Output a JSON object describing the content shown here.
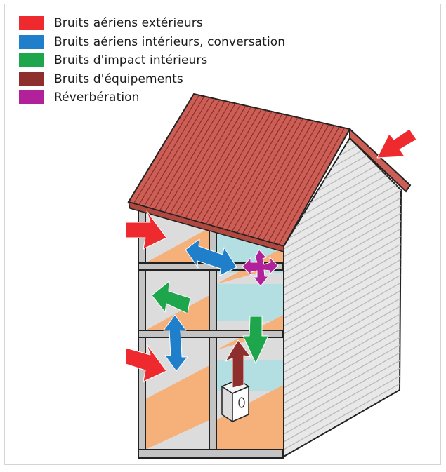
{
  "legend": [
    {
      "label": "Bruits aériens extérieurs",
      "color": "#ee2a2e"
    },
    {
      "label": "Bruits aériens intérieurs, conversation",
      "color": "#1f7fcb"
    },
    {
      "label": "Bruits d'impact intérieurs",
      "color": "#1ea64c"
    },
    {
      "label": "Bruits d'équipements",
      "color": "#8f2f2d"
    },
    {
      "label": "Réverbération",
      "color": "#b1219a"
    }
  ],
  "colors": {
    "roof": "#cc5e55",
    "floor": "#f6b07a",
    "wall_grey": "#dcdcdc",
    "wall_blue": "#b3dfe2",
    "siding": "#e8e8e8",
    "structure": "#c4c4c4"
  }
}
